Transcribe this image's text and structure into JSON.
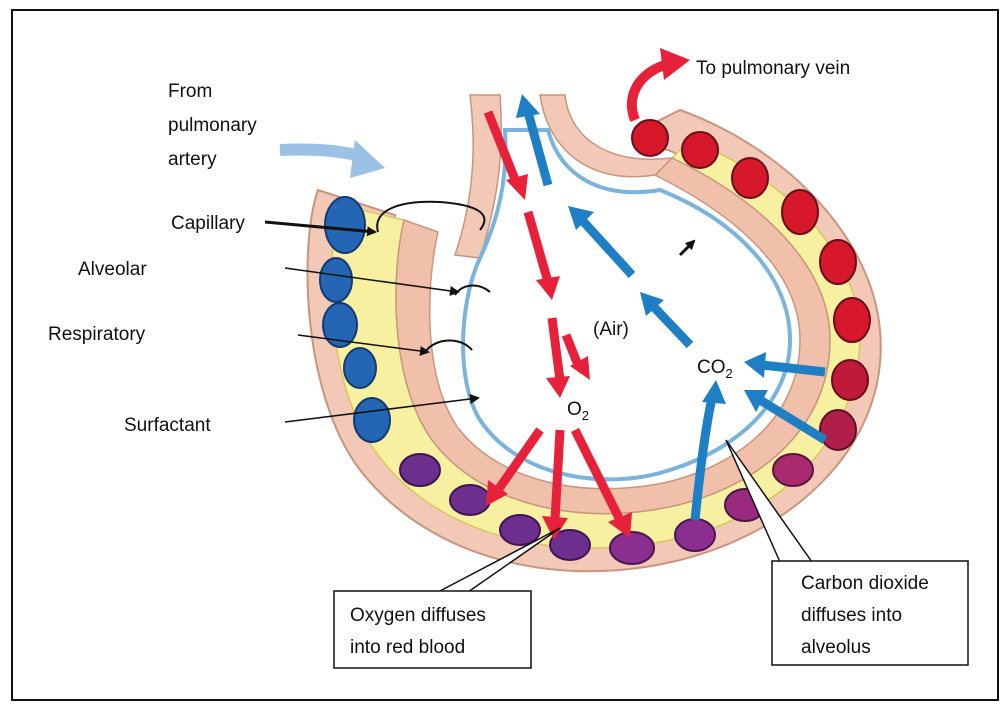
{
  "labels": {
    "to_pulmonary_vein": "To pulmonary vein",
    "from_line1": "From",
    "from_line2": "pulmonary",
    "from_line3": "artery",
    "capillary": "Capillary",
    "alveolar": "Alveolar",
    "respiratory": "Respiratory",
    "surfactant": "Surfactant",
    "air": "(Air)",
    "co2_main": "CO",
    "co2_sub": "2",
    "o2_main": "O",
    "o2_sub": "2"
  },
  "callouts": {
    "oxygen_line1": "Oxygen diffuses",
    "oxygen_line2": "into red blood",
    "co2_line1": "Carbon dioxide",
    "co2_line2": "diffuses into",
    "co2_line3": "alveolus"
  },
  "colors": {
    "oxygen_arrow": "#e8213a",
    "co2_arrow": "#1f7fc4",
    "artery_arrow": "#9cc1e6",
    "deoxygenated_cell": "#2566b4",
    "transition_cell": "#6d2f8e",
    "oxygenated_cell": "#d6182a",
    "plasma": "#f6f0a0",
    "tissue": "#f2c9b6",
    "alveolus_lining": "#7ab3dc"
  }
}
